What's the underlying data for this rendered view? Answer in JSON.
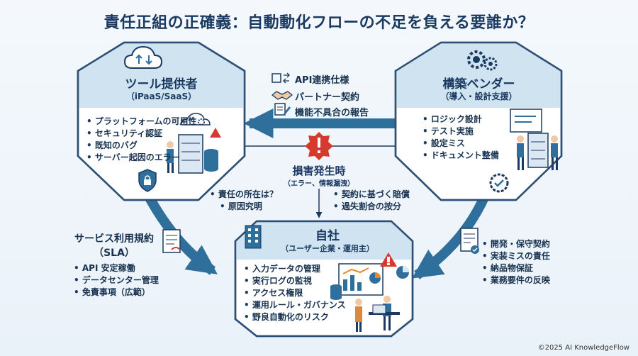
{
  "title": "責任正組の正確義：自動動化フローの不足を負える要誰か？",
  "tool_provider": {
    "heading": "ツール提供者",
    "subheading": "（iPaaS/SaaS）",
    "items": [
      "プラットフォームの可用性",
      "セキュリティ認証",
      "既知のバグ",
      "サーバー起因のエラー"
    ]
  },
  "vendor": {
    "heading": "構築ベンダー",
    "subheading": "（導入・設計支援）",
    "items": [
      "ロジック設計",
      "テスト実施",
      "設定ミス",
      "ドキュメント整備"
    ]
  },
  "company": {
    "heading": "自社",
    "subheading": "（ユーザー企業・運用主）",
    "items": [
      "入力データの管理",
      "実行ログの監視",
      "アクセス権限",
      "運用ルール・ガバナンス",
      "野良自動化のリスク"
    ]
  },
  "relationship": {
    "items": [
      "API連携仕様",
      "パートナー契約",
      "機能不具合の報告"
    ]
  },
  "incident": {
    "heading": "損害発生時",
    "subheading": "（エラー、情報漏洩）",
    "left_items": [
      "責任の所在は？",
      "原因究明"
    ],
    "right_items": [
      "契約に基づく賠償",
      "過失割合の按分"
    ]
  },
  "sla": {
    "heading": "サービス利用規約",
    "subheading": "（SLA）",
    "items": [
      "API 安定稼働",
      "データセンター管理",
      "免責事項（広範）"
    ]
  },
  "contract": {
    "items": [
      "開発・保守契約",
      "実装ミスの責任",
      "納品物保証",
      "業務要件の反映"
    ]
  },
  "footer": "©2025 AI KnowledgeFlow",
  "colors": {
    "navy": "#1b3a61",
    "arrow_blue": "#2e6f9c",
    "panel_header": "#cfe3f1",
    "alert_red": "#d63a2f",
    "warning_orange": "#e8892a"
  }
}
